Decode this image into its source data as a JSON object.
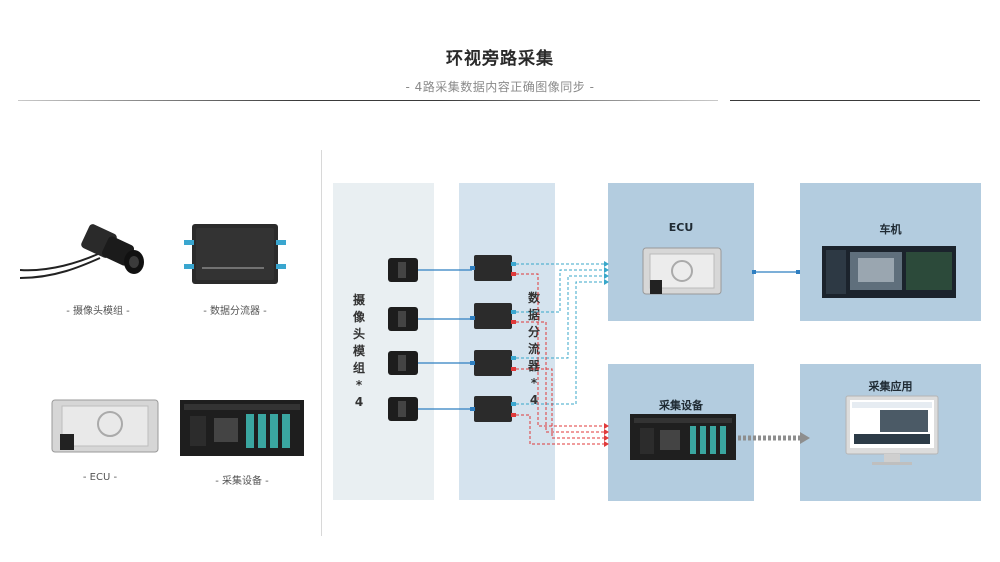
{
  "header": {
    "title": "环视旁路采集",
    "subtitle": "- 4路采集数据内容正确图像同步 -"
  },
  "legend": {
    "camera_caption": "- 摄像头模组 -",
    "splitter_caption": "- 数据分流器 -",
    "ecu_caption": "- ECU -",
    "collector_caption": "- 采集设备 -"
  },
  "diagram": {
    "camera_column_label": "摄\n像\n头\n模\n组\n*\n4",
    "splitter_column_label": "数\n据\n分\n流\n器\n*\n4",
    "ecu_label": "ECU",
    "head_unit_label": "车机",
    "collector_label": "采集设备",
    "app_label": "采集应用"
  },
  "colors": {
    "blue_line": "#2f7fc1",
    "red_line": "#e03a3a",
    "cyan_dash": "#38a7c9"
  }
}
